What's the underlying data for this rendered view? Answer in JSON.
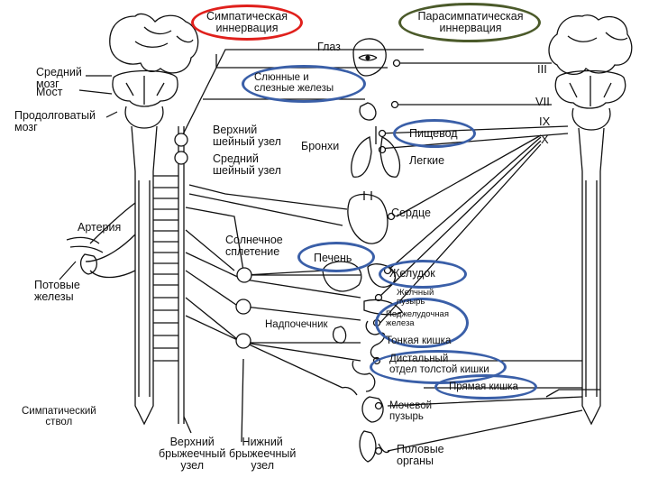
{
  "titles": {
    "sympathetic": "Симпатическая\nиннервация",
    "parasympathetic": "Парасимпатическая\nиннервация"
  },
  "left_labels": {
    "midbrain": "Средний\nмозг",
    "pons": "Мост",
    "medulla": "Продолговатый\nмозг",
    "artery": "Артерия",
    "sweat_glands": "Потовые\nжелезы",
    "sympathetic_trunk": "Симпатический\nствол"
  },
  "ganglia": {
    "superior_cervical": "Верхний\nшейный узел",
    "middle_cervical": "Средний\nшейный узел",
    "solar_plexus": "Солнечное\nсплетение",
    "superior_mesenteric": "Верхний\nбрыжеечный\nузел",
    "inferior_mesenteric": "Нижний\nбрыжеечный\nузел"
  },
  "organs": {
    "eye": "Глаз",
    "salivary_glands": "Слюнные и\nслезные железы",
    "bronchi": "Бронхи",
    "esophagus": "Пищевод",
    "lungs": "Легкие",
    "heart": "Сердце",
    "liver": "Печень",
    "stomach": "Желудок",
    "gallbladder": "Желчный\nпузырь",
    "adrenal": "Надпочечник",
    "pancreas": "Поджелудочная\nжелеза",
    "small_intestine": "Тонкая кишка",
    "distal_colon": "Дистальный\nотдел толстой кишки",
    "rectum": "Прямая кишка",
    "bladder": "Мочевой\nпузырь",
    "genitals": "Половые\nорганы"
  },
  "cranial_nerves": [
    "III",
    "VII",
    "IX",
    "X"
  ],
  "colors": {
    "sympathetic_circle": "#e0201c",
    "parasympathetic_circle": "#4b5a2a",
    "highlight": "#3a5fa8",
    "line": "#111111"
  }
}
